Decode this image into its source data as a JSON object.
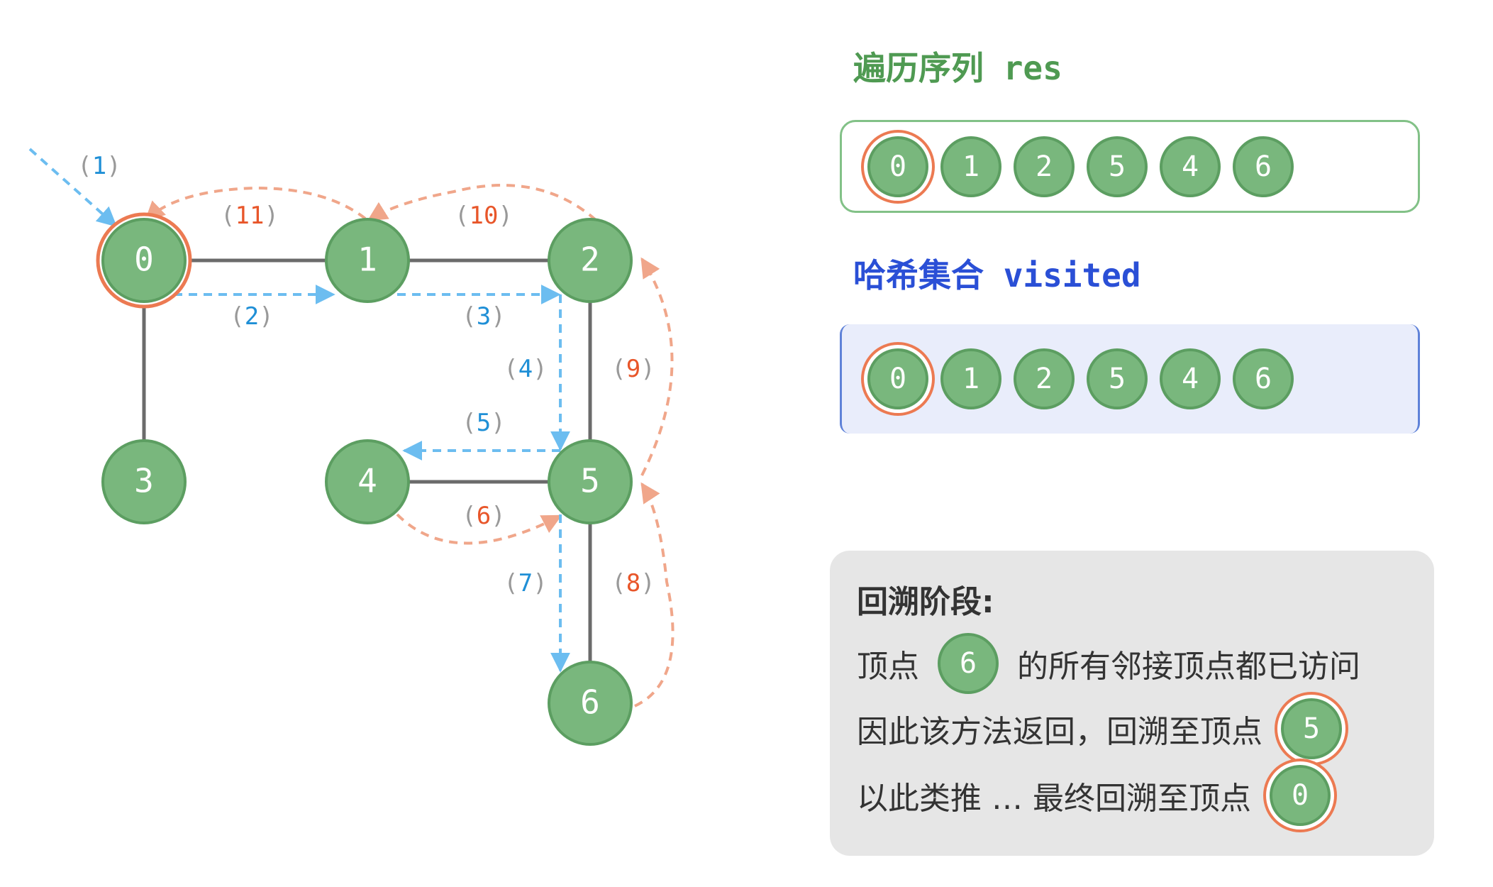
{
  "graph": {
    "nodes": [
      {
        "id": "0",
        "highlight": true
      },
      {
        "id": "1",
        "highlight": false
      },
      {
        "id": "2",
        "highlight": false
      },
      {
        "id": "3",
        "highlight": false
      },
      {
        "id": "4",
        "highlight": false
      },
      {
        "id": "5",
        "highlight": false
      },
      {
        "id": "6",
        "highlight": false
      }
    ],
    "edges": [
      [
        "0",
        "1"
      ],
      [
        "1",
        "2"
      ],
      [
        "0",
        "3"
      ],
      [
        "2",
        "5"
      ],
      [
        "4",
        "5"
      ],
      [
        "5",
        "6"
      ]
    ],
    "steps": [
      {
        "label": "1",
        "kind": "forward",
        "from": "start",
        "to": "0"
      },
      {
        "label": "2",
        "kind": "forward",
        "from": "0",
        "to": "1"
      },
      {
        "label": "3",
        "kind": "forward",
        "from": "1",
        "to": "2"
      },
      {
        "label": "4",
        "kind": "forward",
        "from": "2",
        "to": "5"
      },
      {
        "label": "5",
        "kind": "forward",
        "from": "5",
        "to": "4"
      },
      {
        "label": "6",
        "kind": "backtrack",
        "from": "4",
        "to": "5"
      },
      {
        "label": "7",
        "kind": "forward",
        "from": "5",
        "to": "6"
      },
      {
        "label": "8",
        "kind": "backtrack",
        "from": "6",
        "to": "5"
      },
      {
        "label": "9",
        "kind": "backtrack",
        "from": "5",
        "to": "2"
      },
      {
        "label": "10",
        "kind": "backtrack",
        "from": "2",
        "to": "1"
      },
      {
        "label": "11",
        "kind": "backtrack",
        "from": "1",
        "to": "0"
      }
    ],
    "colors": {
      "node_fill": "#79b77d",
      "node_stroke": "#5c9e61",
      "edge": "#6b6b6b",
      "forward": "#6cbdf0",
      "forward_text": "#1f8fd6",
      "backtrack": "#f0a68a",
      "backtrack_text": "#e8562a",
      "highlight_ring": "#ec7a52",
      "paren": "#999999"
    }
  },
  "res": {
    "title": "遍历序列 res",
    "items": [
      "0",
      "1",
      "2",
      "5",
      "4",
      "6"
    ],
    "highlight_index": 0
  },
  "visited": {
    "title": "哈希集合 visited",
    "items": [
      "0",
      "1",
      "2",
      "5",
      "4",
      "6"
    ],
    "highlight_index": 0
  },
  "note": {
    "title": "回溯阶段:",
    "line1_prefix": "顶点",
    "line1_node": "6",
    "line1_suffix": "的所有邻接顶点都已访问",
    "line2_prefix": "因此该方法返回，回溯至顶点",
    "line2_node": "5",
    "line3_prefix": "以此类推 … 最终回溯至顶点",
    "line3_node": "0"
  }
}
